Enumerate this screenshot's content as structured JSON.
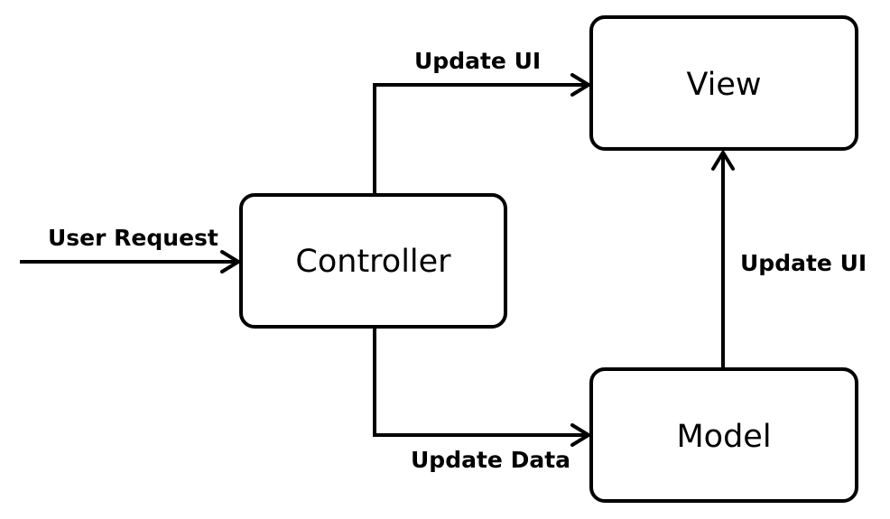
{
  "diagram": {
    "nodes": {
      "controller": "Controller",
      "view": "View",
      "model": "Model"
    },
    "edges": {
      "user_request": "User Request",
      "controller_to_view": "Update UI",
      "controller_to_model": "Update Data",
      "model_to_view": "Update UI"
    }
  },
  "colors": {
    "stroke": "#000000",
    "background": "#ffffff"
  }
}
